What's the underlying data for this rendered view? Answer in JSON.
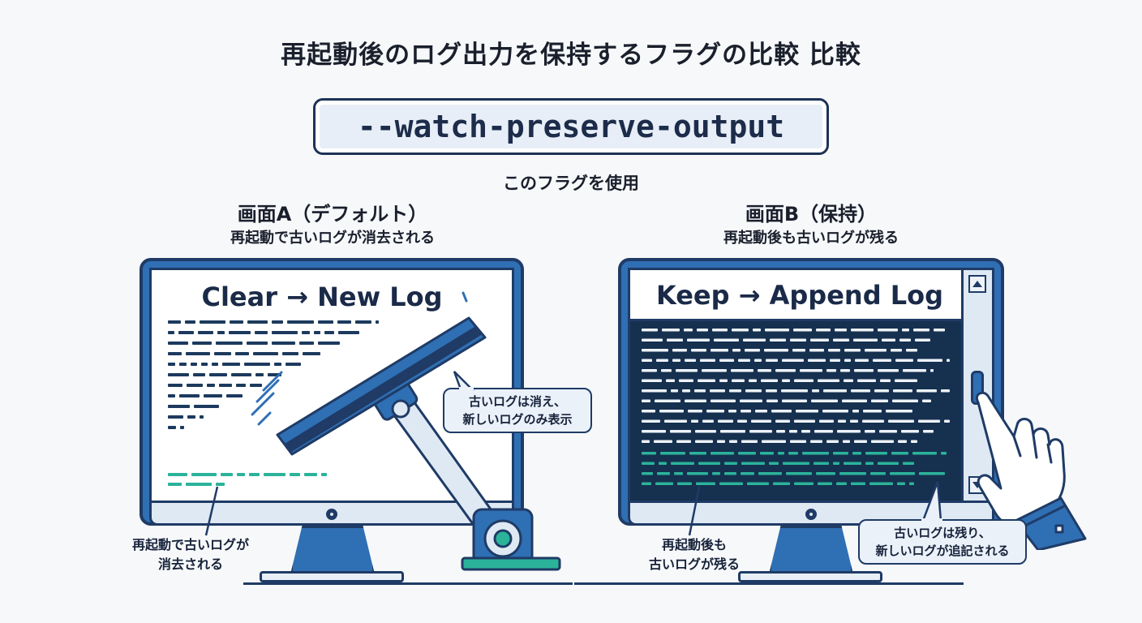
{
  "title": "再起動後のログ出力を保持するフラグの比較 比較",
  "flag": {
    "name": "--watch-preserve-output",
    "caption": "このフラグを使用"
  },
  "panel_a": {
    "heading": "画面A（デフォルト）",
    "subheading": "再起動で古いログが消去される",
    "screen_title": "Clear → New Log",
    "callout": [
      "古いログは消え、",
      "新しいログのみ表示"
    ],
    "note": [
      "再起動で古いログが",
      "消去される"
    ]
  },
  "panel_b": {
    "heading": "画面B（保持）",
    "subheading": "再起動後も古いログが残る",
    "screen_title": "Keep → Append Log",
    "callout": [
      "古いログは残り、",
      "新しいログが追記される"
    ],
    "note": [
      "再起動後も",
      "古いログが残る"
    ],
    "scroll_up_icon": "triangle-up",
    "scroll_down_icon": "triangle-down"
  },
  "colors": {
    "navy": "#1f3b66",
    "monitor_blue": "#2f6fb4",
    "log_dark": "#1c3a5e",
    "log_new": "#2bb39a",
    "screen_dark": "#16304f"
  }
}
